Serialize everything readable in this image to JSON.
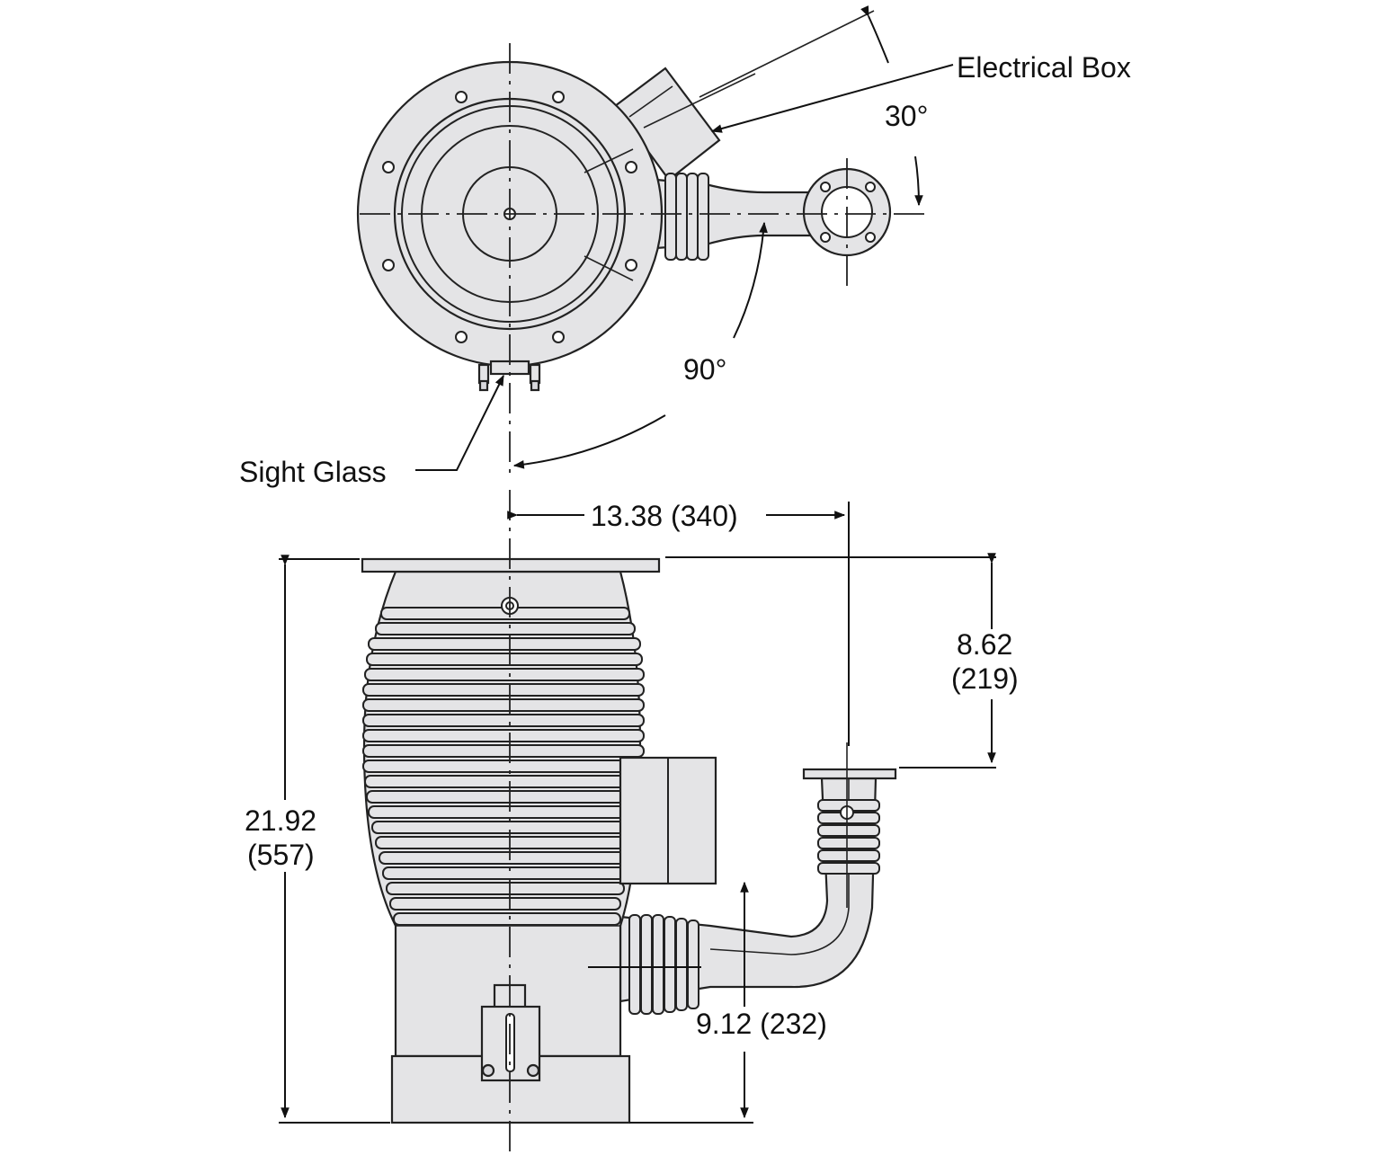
{
  "callouts": {
    "electrical_box": "Electrical Box",
    "sight_glass": "Sight Glass"
  },
  "angles": {
    "a30": "30°",
    "a90": "90°"
  },
  "dimensions": {
    "width_13": "13.38 (340)",
    "h862_in": "8.62",
    "h862_mm": "(219)",
    "h2192_in": "21.92",
    "h2192_mm": "(557)",
    "h912": "9.12 (232)"
  }
}
